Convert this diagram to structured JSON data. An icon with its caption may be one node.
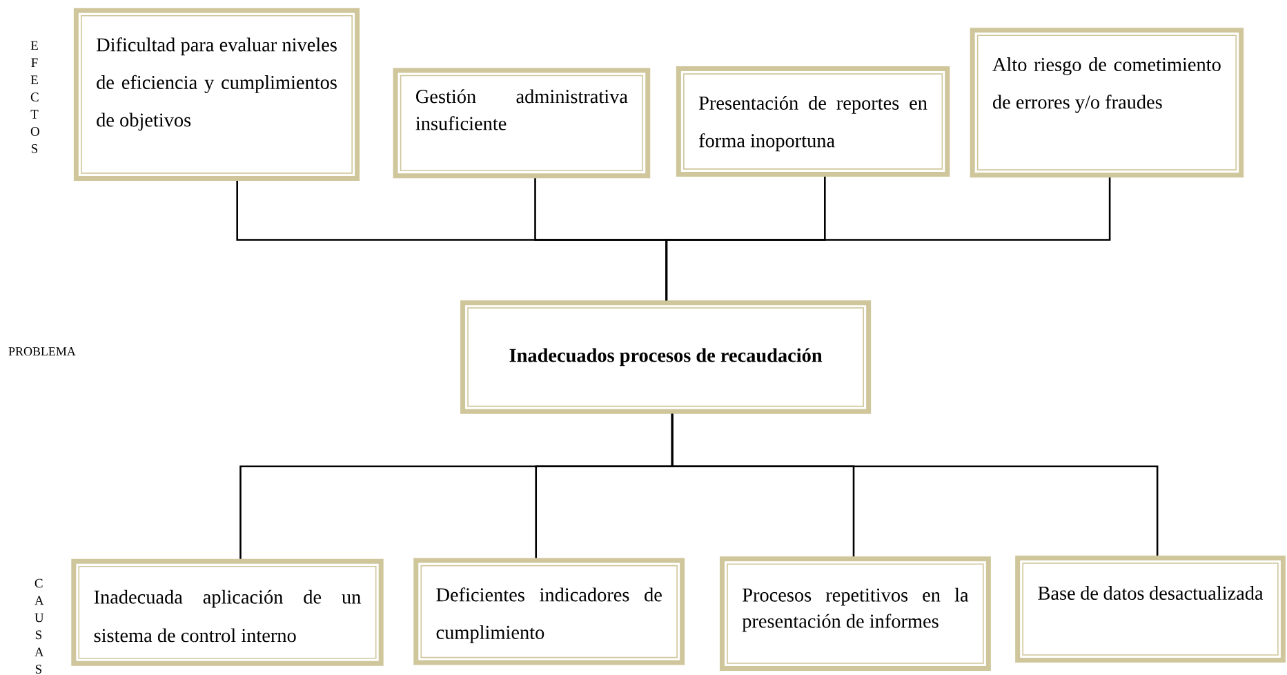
{
  "diagram": {
    "nodes": [
      {
        "text": [
          "Dificultad para evaluar niveles de eficiencia y cumplimientos de objetivos"
        ]
      },
      {
        "text": [
          "Gestión administrativa insuficiente"
        ]
      },
      {
        "text": [
          "Presentación de reportes en forma inoportuna"
        ]
      },
      {
        "text": [
          "Alto riesgo de cometimiento de errores y/o fraudes"
        ]
      },
      {
        "text": [
          "Inadecuados procesos de recaudación"
        ]
      },
      {
        "text": [
          "Inadecuada aplicación de un sistema de control interno"
        ]
      },
      {
        "text": [
          "Deficientes indicadores de cumplimiento"
        ]
      },
      {
        "text": [
          "Procesos repetitivos en la presentación de informes"
        ]
      },
      {
        "text": [
          "Base de datos desactualizada"
        ]
      }
    ],
    "edges": [
      {
        "from": 0,
        "to": 4,
        "arrow": "none"
      },
      {
        "from": 1,
        "to": 4,
        "arrow": "none"
      },
      {
        "from": 2,
        "to": 4,
        "arrow": "none"
      },
      {
        "from": 3,
        "to": 4,
        "arrow": "none"
      },
      {
        "from": 5,
        "to": 4,
        "arrow": "none"
      },
      {
        "from": 6,
        "to": 4,
        "arrow": "none"
      },
      {
        "from": 7,
        "to": 4,
        "arrow": "none"
      },
      {
        "from": 8,
        "to": 4,
        "arrow": "none"
      }
    ],
    "labels": [
      "E F E C T O S",
      "PROBLEMA",
      "C A U S A S"
    ]
  }
}
